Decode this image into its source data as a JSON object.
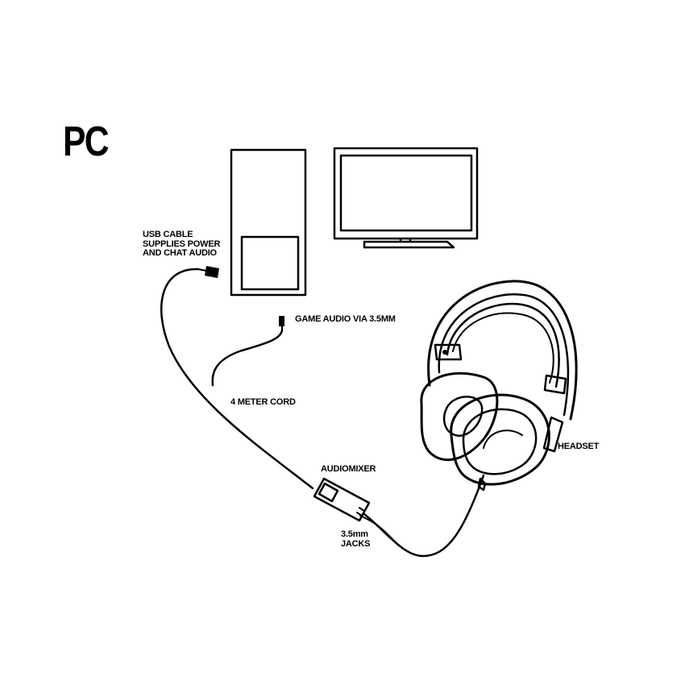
{
  "diagram": {
    "title": "PC",
    "labels": {
      "usb_cable": "USB CABLE\nSUPPLIES POWER\nAND CHAT AUDIO",
      "game_audio": "GAME AUDIO VIA 3.5MM",
      "cord": "4 METER CORD",
      "audiomixer": "AUDIOMIXER",
      "jacks": "3.5mm\nJACKS",
      "headset": "HEADSET"
    }
  }
}
